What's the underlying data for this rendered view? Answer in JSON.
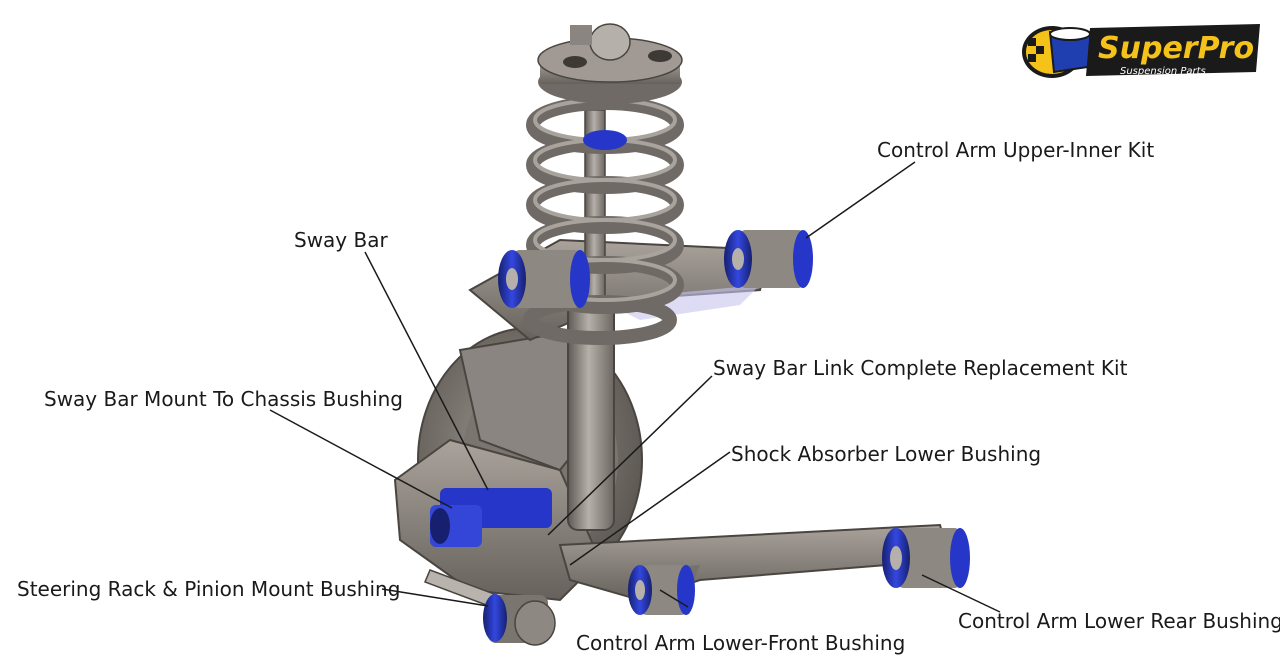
{
  "brand": {
    "name": "SuperPro",
    "tagline_1": "Suspension",
    "tagline_2": "Parts",
    "colors": {
      "yellow": "#f5c21a",
      "blue": "#1f3fb0",
      "dark": "#1a1a1a"
    }
  },
  "labels": {
    "control_arm_upper_inner": "Control Arm Upper-Inner Kit",
    "sway_bar": "Sway Bar",
    "sway_bar_link": "Sway Bar Link Complete Replacement Kit",
    "sway_bar_mount": "Sway Bar Mount To Chassis Bushing",
    "shock_absorber_lower": "Shock Absorber Lower Bushing",
    "steering_rack": "Steering Rack & Pinion Mount Bushing",
    "control_arm_lower_front": "Control Arm Lower-Front Bushing",
    "control_arm_lower_rear": "Control Arm Lower Rear Bushing"
  },
  "colors": {
    "metal": "#8a8580",
    "metal_dark": "#5f5a55",
    "metal_light": "#b6b0aa",
    "bushing_blue": "#2536c8",
    "bushing_dark": "#16206e",
    "leader": "#1a1a1a"
  }
}
